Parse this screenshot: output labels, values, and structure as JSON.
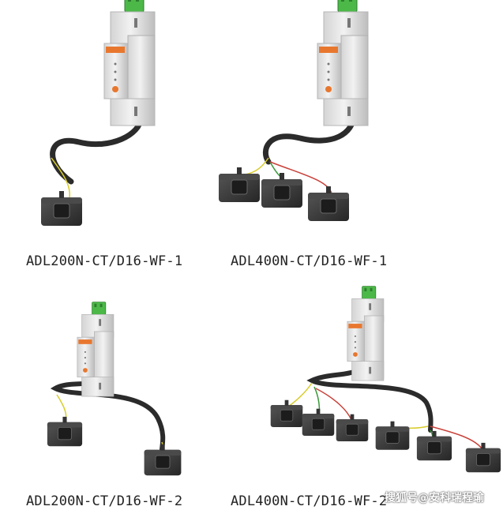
{
  "products": [
    {
      "model": "ADL200N-CT/D16-WF-1",
      "ct_count": 1
    },
    {
      "model": "ADL400N-CT/D16-WF-1",
      "ct_count": 3
    },
    {
      "model": "ADL200N-CT/D16-WF-2",
      "ct_count": 2
    },
    {
      "model": "ADL400N-CT/D16-WF-2",
      "ct_count": 6
    }
  ],
  "watermark": "搜狐号@安科瑞程瑜",
  "colors": {
    "meter_body": "#e6e6e6",
    "terminal_green": "#4cb848",
    "brand_orange": "#e8772e",
    "cable": "#2b2b2b",
    "ct_body": "#3a3a3a",
    "wire_yellow": "#d8cc2a",
    "wire_green": "#3b9a3b",
    "wire_red": "#c8423a"
  }
}
